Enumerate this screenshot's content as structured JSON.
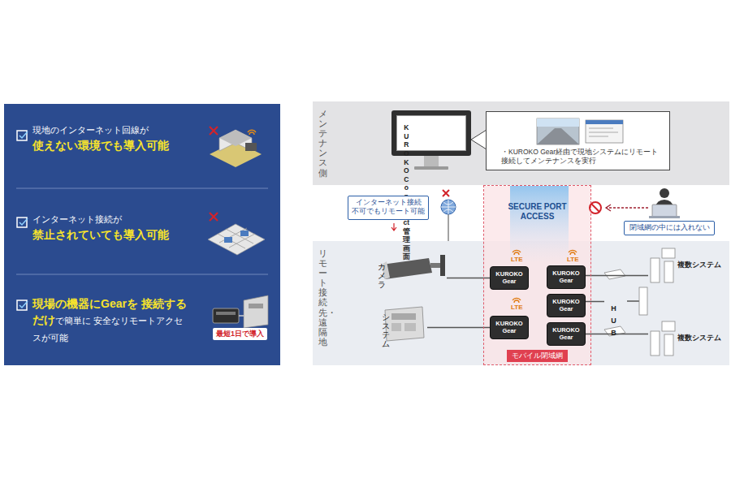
{
  "diagram": {
    "nodes": [
      {
        "text": [
          "現地のインターネット回線が",
          "使えない環境でも導入可能"
        ]
      },
      {
        "text": [
          "インターネット接続が",
          "禁止されていても導入可能"
        ]
      },
      {
        "text": [
          "現場の機器にGearを 接続するだけ",
          "で簡単に 安全なリモートアクセスが可能"
        ]
      },
      {
        "text": [
          "メンテナンス側"
        ]
      },
      {
        "text": [
          "KUROKO Connect 管理画面"
        ],
        "in": 3
      },
      {
        "text": [
          "・KUROKO Gear経由で現地システムにリモート接続してメンテナンスを実行"
        ],
        "in": 3
      },
      {
        "text": [
          "インターネット接続 不可でもリモート可能"
        ]
      },
      {
        "text": [
          "閉域網の中には入れない"
        ]
      },
      {
        "text": [
          "リモート接続先・遠隔地"
        ]
      },
      {
        "text": [
          "カメラ"
        ],
        "in": 8
      },
      {
        "text": [
          "システム"
        ],
        "in": 8
      },
      {
        "text": [
          "SECURE PORT ACCESS",
          "モバイル閉域網"
        ]
      },
      {
        "text": [
          "KUROKO Gear"
        ],
        "in": 11
      },
      {
        "text": [
          "KUROKO Gear"
        ],
        "in": 11
      },
      {
        "text": [
          "KUROKO Gear"
        ],
        "in": 11
      },
      {
        "text": [
          "KUROKO Gear"
        ],
        "in": 11
      },
      {
        "text": [
          "KUROKO Gear"
        ],
        "in": 11
      },
      {
        "text": [
          "HUB"
        ],
        "in": 8
      },
      {
        "text": [
          "複数システム"
        ],
        "in": 8
      },
      {
        "text": [
          "複数システム"
        ],
        "in": 8
      }
    ],
    "edges": [
      {
        "from": 9,
        "to": 12,
        "arrow": "none"
      },
      {
        "from": 10,
        "to": 15,
        "arrow": "none"
      },
      {
        "from": 13,
        "to": 18,
        "arrow": "none"
      },
      {
        "from": 14,
        "to": 17,
        "arrow": "none"
      },
      {
        "from": 16,
        "to": 19,
        "arrow": "none"
      }
    ],
    "labels": [
      "最短1日で導入",
      "LTE",
      "LTE",
      "LTE"
    ]
  }
}
